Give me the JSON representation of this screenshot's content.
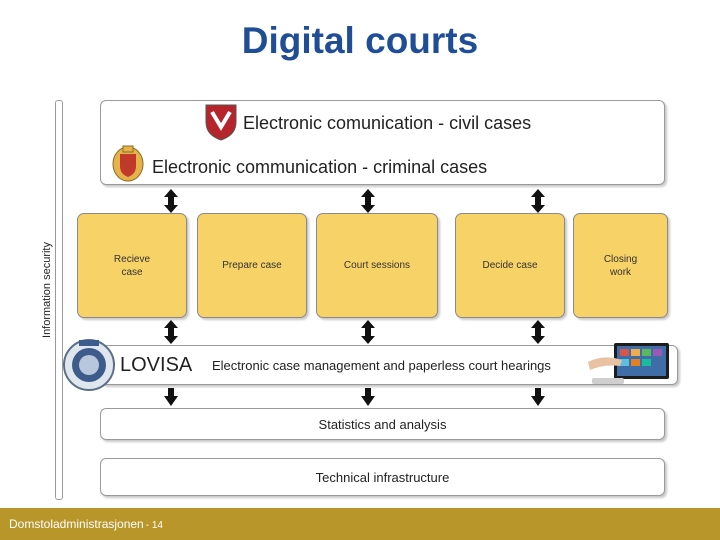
{
  "title": "Digital courts",
  "communication": {
    "civil": "Electronic comunication - civil cases",
    "criminal": "Electronic communication - criminal cases"
  },
  "sidebar_label": "Information security",
  "process_steps": [
    "Recieve case",
    "Prepare case",
    "Court sessions",
    "Decide case",
    "Closing work"
  ],
  "lovisa": {
    "name": "LOVISA",
    "description": "Electronic case management and paperless court hearings"
  },
  "statistics": "Statistics and analysis",
  "infrastructure": "Technical infrastructure",
  "footer": {
    "org": "Domstoladministrasjonen",
    "page": "- 14"
  },
  "colors": {
    "title": "#1f4e96",
    "process_fill": "#f7d266",
    "footer": "#b8962a"
  },
  "icons": [
    "civil-court-crest-icon",
    "criminal-court-crest-icon",
    "lovisa-badge-icon",
    "touchscreen-computer-icon"
  ]
}
